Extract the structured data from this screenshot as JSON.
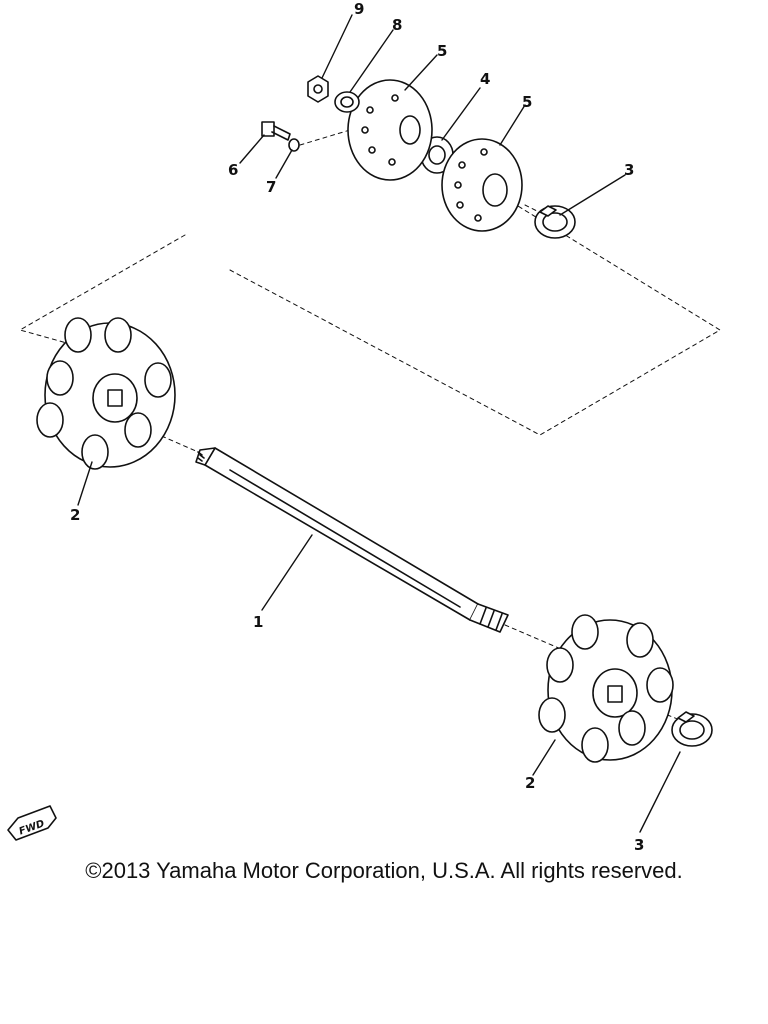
{
  "callouts": {
    "c1": "1",
    "c2a": "2",
    "c2b": "2",
    "c3a": "3",
    "c3b": "3",
    "c4": "4",
    "c5a": "5",
    "c5b": "5",
    "c6": "6",
    "c7": "7",
    "c8": "8",
    "c9": "9"
  },
  "fwd_label": "FWD",
  "copyright": "©2013 Yamaha Motor Corporation, U.S.A. All rights reserved."
}
